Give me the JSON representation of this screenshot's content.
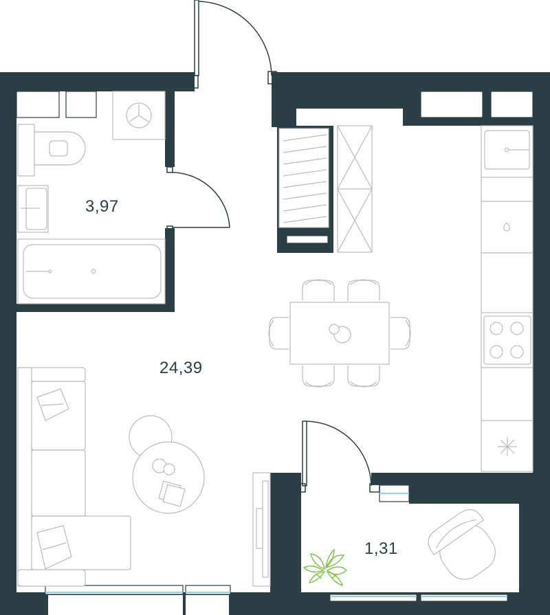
{
  "rooms": {
    "bathroom": {
      "area": "3,97"
    },
    "living": {
      "area": "24,39"
    },
    "balcony": {
      "area": "1,31"
    }
  },
  "colors": {
    "wall": "#2c3e45",
    "furniture_stroke": "#b9bcbd",
    "glass": "#8fd0e2",
    "plant": "#7cc242"
  }
}
